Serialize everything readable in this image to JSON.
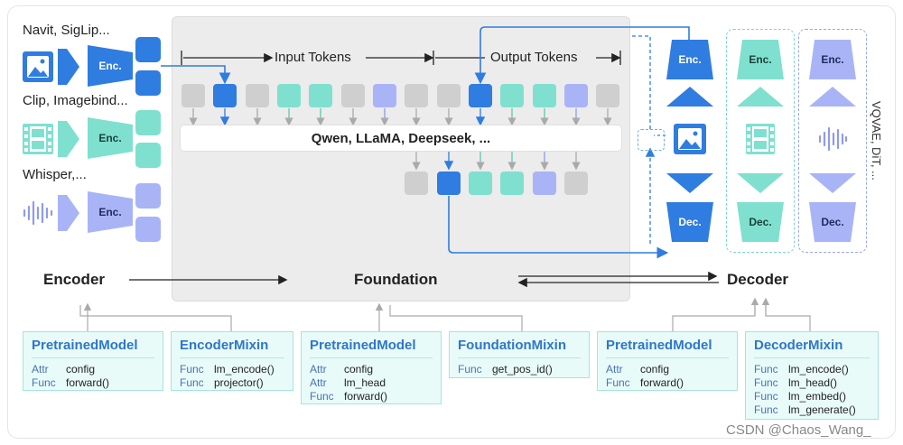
{
  "encoder_section": {
    "title": "Encoder",
    "image_models": "Navit, SigLip...",
    "video_models": "Clip, Imagebind...",
    "audio_models": "Whisper,...",
    "enc_label": "Enc."
  },
  "foundation_section": {
    "title": "Foundation",
    "input_tokens_label": "Input Tokens",
    "output_tokens_label": "Output Tokens",
    "llm_label": "Qwen, LLaMA, Deepseek, ..."
  },
  "decoder_section": {
    "title": "Decoder",
    "enc_label": "Enc.",
    "dec_label": "Dec.",
    "side_label": "VQVAE, DiT, ..."
  },
  "cards": [
    {
      "title": "PretrainedModel",
      "rows": [
        {
          "k": "Attr",
          "v": "config"
        },
        {
          "k": "Func",
          "v": "forward()"
        }
      ]
    },
    {
      "title": "EncoderMixin",
      "rows": [
        {
          "k": "Func",
          "v": "lm_encode()"
        },
        {
          "k": "Func",
          "v": "projector()"
        }
      ]
    },
    {
      "title": "PretrainedModel",
      "rows": [
        {
          "k": "Attr",
          "v": "config"
        },
        {
          "k": "Attr",
          "v": "lm_head"
        },
        {
          "k": "Func",
          "v": "forward()"
        }
      ]
    },
    {
      "title": "FoundationMixin",
      "rows": [
        {
          "k": "Func",
          "v": "get_pos_id()"
        }
      ]
    },
    {
      "title": "PretrainedModel",
      "rows": [
        {
          "k": "Attr",
          "v": "config"
        },
        {
          "k": "Func",
          "v": "forward()"
        }
      ]
    },
    {
      "title": "DecoderMixin",
      "rows": [
        {
          "k": "Func",
          "v": "lm_encode()"
        },
        {
          "k": "Func",
          "v": "lm_head()"
        },
        {
          "k": "Func",
          "v": "lm_embed()"
        },
        {
          "k": "Func",
          "v": "lm_generate()"
        }
      ]
    }
  ],
  "watermark": "CSDN @Chaos_Wang_",
  "colors": {
    "blue": "#2f7de0",
    "teal": "#7fe0cf",
    "violet": "#a9b4f7",
    "gray": "#cfcfcf",
    "card_bg": "#e8fbf8",
    "card_title": "#2f76c9"
  }
}
